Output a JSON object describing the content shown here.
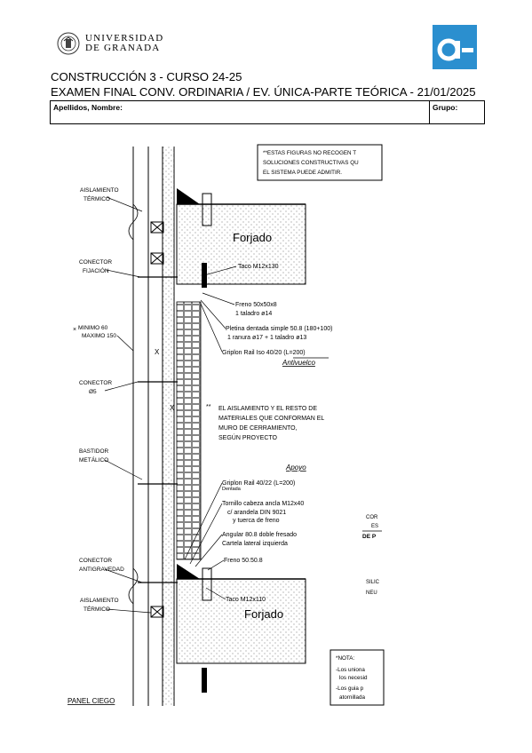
{
  "header": {
    "university_line1": "UNIVERSIDAD",
    "university_line2": "DE GRANADA",
    "title_line1": "CONSTRUCCIÓN 3 - CURSO 24-25",
    "title_line2": "EXAMEN FINAL CONV. ORDINARIA / EV. ÚNICA-PARTE TEÓRICA - 21/01/2025"
  },
  "form": {
    "name_label": "Apellidos, Nombre:",
    "group_label": "Grupo:"
  },
  "drawing": {
    "note_top_1": "**ESTAS FIGURAS NO RECOGEN T",
    "note_top_2": "SOLUCIONES CONSTRUCTIVAS QU",
    "note_top_3": "EL SISTEMA PUEDE ADMITIR.",
    "aislamiento_1": "AISLAMIENTO",
    "termico_1": "TÉRMICO",
    "forjado_top": "Forjado",
    "conector_fijacion_1": "CONECTOR",
    "conector_fijacion_2": "FIJACIÓN",
    "taco_top": "Taco M12x130",
    "minimo": "MINIMO 60",
    "maximo": "MAXIMO 150",
    "x_dim": "X",
    "freno_1": "Freno 50x50x8",
    "freno_2": "1 taladro ø14",
    "pletina_1": "Pletina dentada simple 50.8 (180+100)",
    "pletina_2": "1 ranura ø17 + 1 taladro ø13",
    "griplon_1": "Griplon Rail Iso 40/20 (L=200)",
    "antivuelco": "Antivuelco",
    "conector_o_1": "CONECTOR",
    "conector_o_2": "Ø5",
    "nota_ais_1": "EL AISLAMIENTO Y EL RESTO DE",
    "nota_ais_2": "MATERIALES QUE CONFORMAN EL",
    "nota_ais_3": "MURO DE CERRAMIENTO,",
    "nota_ais_4": "SEGÚN PROYECTO",
    "bastidor_1": "BASTIDOR",
    "bastidor_2": "METÁLICO",
    "apoyo": "Apoyo",
    "griplon_2a": "Griplon Rail 40/22 (L=200)",
    "griplon_2b": "Dentada",
    "tornillo_1": "Tornillo cabeza ancla M12x40",
    "tornillo_2": "c/ arandela DIN 9021",
    "tornillo_3": "y tuerca de freno",
    "angular_1": "Angular 80.8 doble fresado",
    "angular_2": "Cartela lateral izquierda",
    "freno_b": "Freno 50.50.8",
    "conector_anti_1": "CONECTOR",
    "conector_anti_2": "ANTIGRAVEDAD",
    "aislamiento_2": "AISLAMIENTO",
    "termico_2": "TÉRMICO",
    "taco_bottom": "Taco M12x110",
    "forjado_bottom": "Forjado",
    "right_cor": "COR",
    "right_es": "ES",
    "right_dep": "DE P",
    "right_sili": "SILIC",
    "right_neu": "NEU",
    "nota_title": "*NOTA:",
    "nota_1": "-Los uniona",
    "nota_2": "los necesid",
    "nota_3": "-Los guia p",
    "nota_4": "atornillada",
    "panel_ciego": "PANEL CIEGO"
  }
}
